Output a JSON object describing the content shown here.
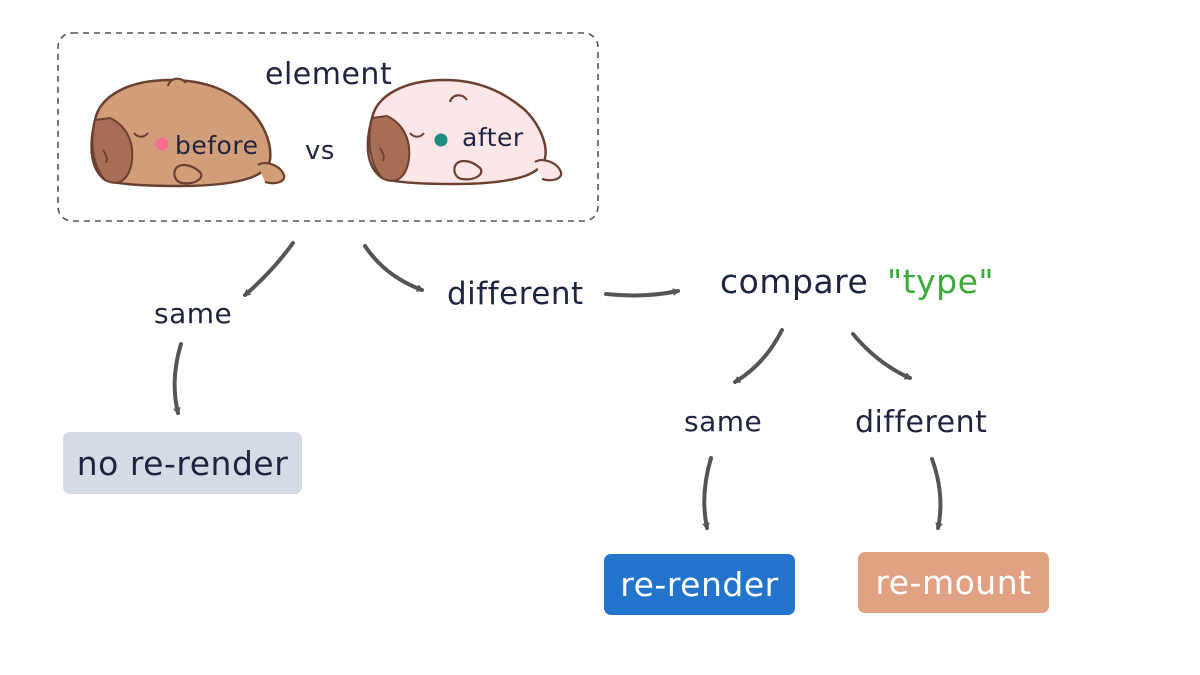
{
  "element_group": {
    "title": "element",
    "before_label": "before",
    "vs_label": "vs",
    "after_label": "after"
  },
  "left_branch": {
    "decision_label": "same",
    "outcome": "no re-render"
  },
  "right_branch": {
    "decision_label": "different",
    "compare_label": "compare",
    "compare_keyword": "\"type\"",
    "same_label": "same",
    "different_label": "different",
    "same_outcome": "re-render",
    "different_outcome": "re-mount"
  },
  "colors": {
    "text": "#1f2440",
    "arrow": "#555555",
    "keyword": "#3aab3a",
    "no_rerender_bg": "#d5dbe5",
    "rerender_bg": "#2374cc",
    "remount_bg": "#e0a283",
    "capybara_before": "#d29e7a",
    "capybara_after": "#fde6e8",
    "before_dot": "#f2708a",
    "after_dot": "#1e8c80"
  }
}
